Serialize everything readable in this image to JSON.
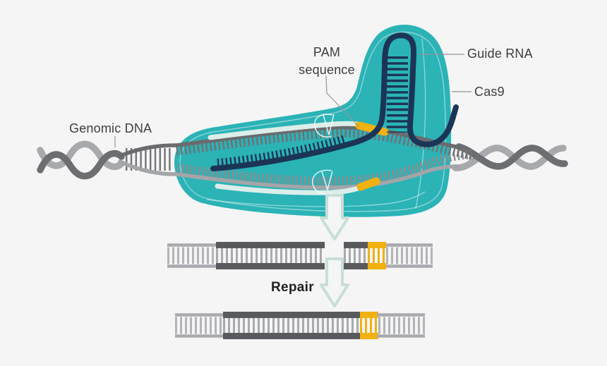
{
  "labels": {
    "genomic_dna": "Genomic DNA",
    "pam_line1": "PAM",
    "pam_line2": "sequence",
    "guide_rna": "Guide RNA",
    "cas9": "Cas9",
    "repair": "Repair"
  },
  "colors": {
    "background": "#f5f5f6",
    "cas9_protein_teal": "#2bb3b6",
    "guide_rna_navy": "#1b3556",
    "dna_dark_gray": "#6d6e71",
    "dna_light_gray": "#a7a9ac",
    "dna_segment_dark": "#595a5d",
    "pam_yellow": "#f1b110",
    "strand_highlight_mint": "#dceee9",
    "arrow_outline_sage": "#c9ded7",
    "label_text": "#3c3d3f"
  },
  "icons": {
    "down_arrows": "down-arrow-outline",
    "cut_marks": "cut-site-marks"
  }
}
